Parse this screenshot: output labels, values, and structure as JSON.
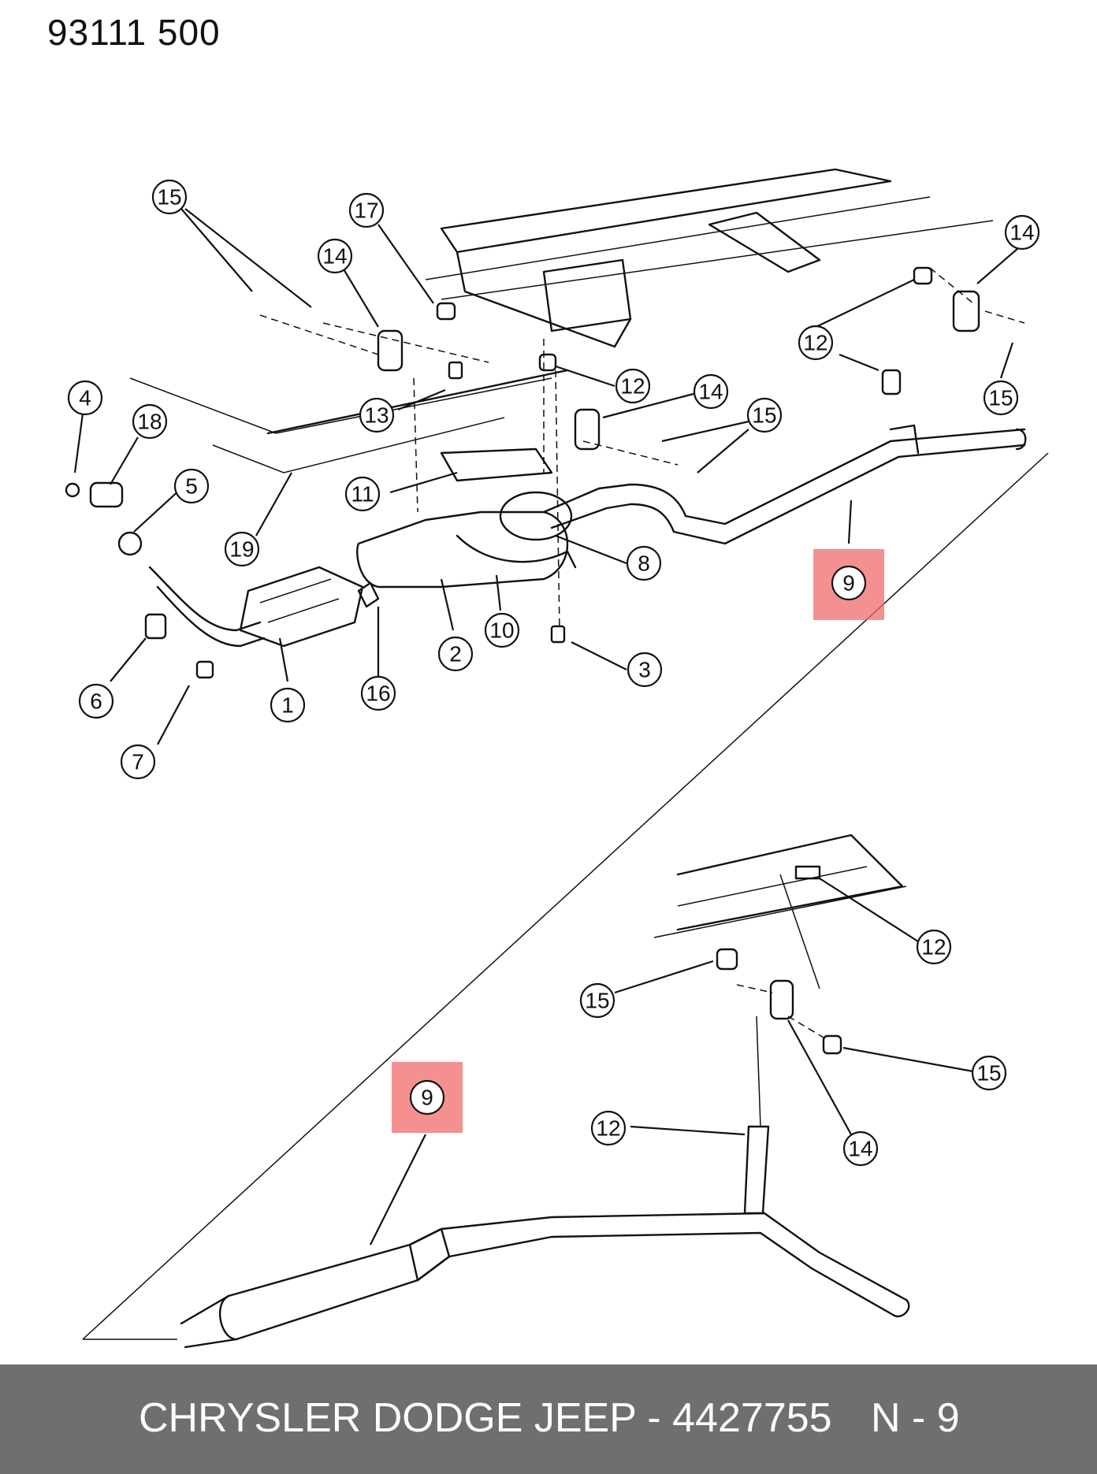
{
  "figure_code": "93111 500",
  "colors": {
    "highlight": "#f26b6b",
    "footer_bg": "#6f6f6f",
    "ink": "#111111"
  },
  "callouts": [
    {
      "id": "c15a",
      "label": "15"
    },
    {
      "id": "c17",
      "label": "17"
    },
    {
      "id": "c14a",
      "label": "14"
    },
    {
      "id": "c14b",
      "label": "14"
    },
    {
      "id": "c12a",
      "label": "12"
    },
    {
      "id": "c15b",
      "label": "15"
    },
    {
      "id": "c4",
      "label": "4"
    },
    {
      "id": "c18",
      "label": "18"
    },
    {
      "id": "c13",
      "label": "13"
    },
    {
      "id": "c12b",
      "label": "12"
    },
    {
      "id": "c14c",
      "label": "14"
    },
    {
      "id": "c15c",
      "label": "15"
    },
    {
      "id": "c5",
      "label": "5"
    },
    {
      "id": "c11",
      "label": "11"
    },
    {
      "id": "c19",
      "label": "19"
    },
    {
      "id": "c8",
      "label": "8"
    },
    {
      "id": "c9a",
      "label": "9"
    },
    {
      "id": "c2",
      "label": "2"
    },
    {
      "id": "c10",
      "label": "10"
    },
    {
      "id": "c3",
      "label": "3"
    },
    {
      "id": "c6",
      "label": "6"
    },
    {
      "id": "c1",
      "label": "1"
    },
    {
      "id": "c16",
      "label": "16"
    },
    {
      "id": "c7",
      "label": "7"
    },
    {
      "id": "c12c",
      "label": "12"
    },
    {
      "id": "c15d",
      "label": "15"
    },
    {
      "id": "c15e",
      "label": "15"
    },
    {
      "id": "c9b",
      "label": "9"
    },
    {
      "id": "c12d",
      "label": "12"
    },
    {
      "id": "c14d",
      "label": "14"
    }
  ],
  "footer": {
    "part_text": "CHRYSLER DODGE JEEP - 4427755",
    "page_ref": "N - 9"
  }
}
